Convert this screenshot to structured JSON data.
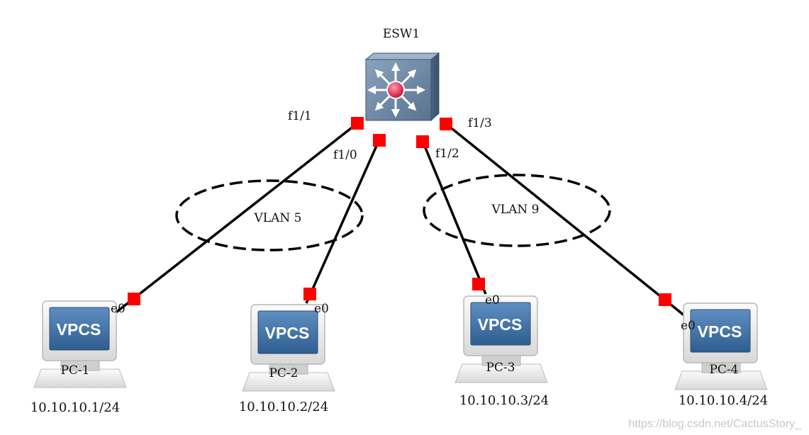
{
  "switch": {
    "name": "ESW1",
    "icon": "layer3-switch-icon"
  },
  "switch_ports": [
    "f1/1",
    "f1/0",
    "f1/2",
    "f1/3"
  ],
  "vlans": [
    {
      "label": "VLAN 5"
    },
    {
      "label": "VLAN 9"
    }
  ],
  "pcs": [
    {
      "name": "PC-1",
      "port": "e0",
      "ip": "10.10.10.1/24",
      "badge": "VPCS",
      "icon": "vpcs-computer-icon"
    },
    {
      "name": "PC-2",
      "port": "e0",
      "ip": "10.10.10.2/24",
      "badge": "VPCS",
      "icon": "vpcs-computer-icon"
    },
    {
      "name": "PC-3",
      "port": "e0",
      "ip": "10.10.10.3/24",
      "badge": "VPCS",
      "icon": "vpcs-computer-icon"
    },
    {
      "name": "PC-4",
      "port": "e0",
      "ip": "10.10.10.4/24",
      "badge": "VPCS",
      "icon": "vpcs-computer-icon"
    }
  ],
  "watermark": "https://blog.csdn.net/CactusStory_",
  "colors": {
    "link": "#000000",
    "port_marker": "#ff0000",
    "switch_body": "#6f8ba8",
    "screen": "#3d6fa3"
  }
}
